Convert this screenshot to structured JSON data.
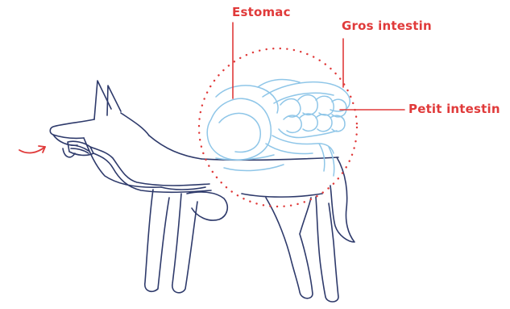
{
  "labels": {
    "stomach": "Estomac",
    "large_intestine": "Gros intestin",
    "small_intestine": "Petit intestin"
  },
  "colors": {
    "accent": "#e03a3a",
    "outline": "#2e3a6b",
    "organ": "#8fc6e8",
    "background": "#ffffff"
  },
  "icons": {
    "intake_arrow": "arrow-right-icon"
  }
}
